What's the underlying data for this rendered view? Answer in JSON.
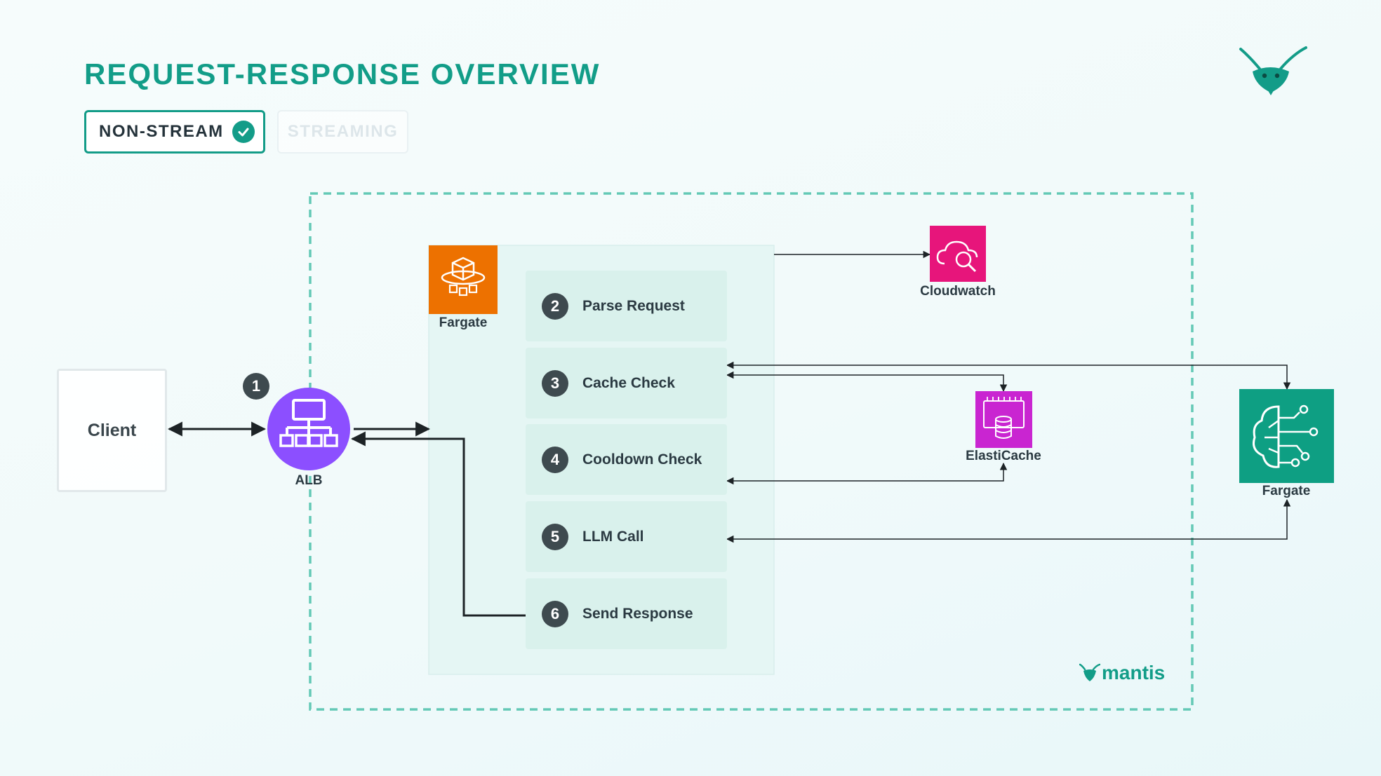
{
  "header": {
    "title": "REQUEST-RESPONSE OVERVIEW"
  },
  "tabs": [
    {
      "label": "NON-STREAM",
      "active": true
    },
    {
      "label": "STREAMING",
      "active": false
    }
  ],
  "nodes": {
    "client": "Client",
    "alb": "ALB",
    "alb_step": "1",
    "fargate_container": "Fargate",
    "cloudwatch": "Cloudwatch",
    "elasticache": "ElastiCache",
    "fargate_llm": "Fargate"
  },
  "steps": [
    {
      "num": "2",
      "label": "Parse Request"
    },
    {
      "num": "3",
      "label": "Cache Check"
    },
    {
      "num": "4",
      "label": "Cooldown Check"
    },
    {
      "num": "5",
      "label": "LLM Call"
    },
    {
      "num": "6",
      "label": "Send Response"
    }
  ],
  "brand": {
    "wordmark": "mantis",
    "accent_color": "#129d88",
    "fargate_color": "#ed7100",
    "cloudwatch_color": "#e7157b",
    "elasticache_color": "#c925d1",
    "alb_color": "#8c4fff",
    "bedrock_color": "#0e9f83"
  }
}
